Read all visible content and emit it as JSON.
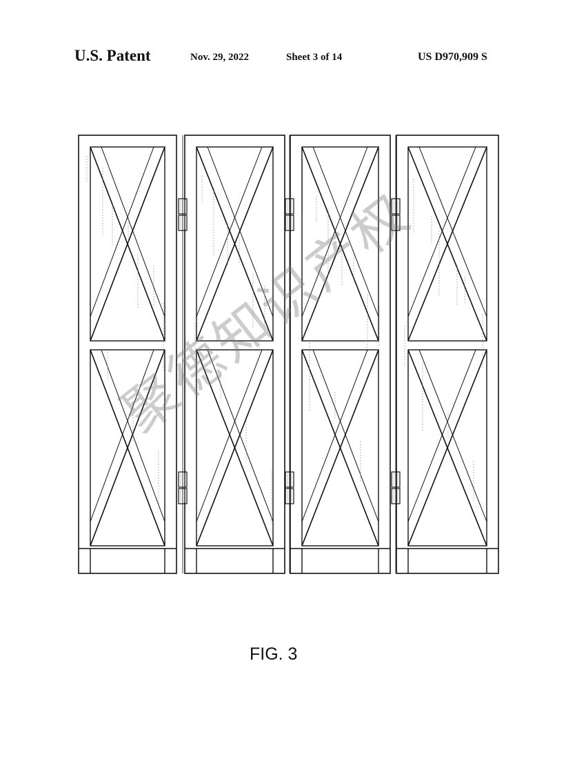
{
  "header": {
    "title": "U.S. Patent",
    "date": "Nov. 29, 2022",
    "sheet": "Sheet 3 of 14",
    "patent_number": "US D970,909 S"
  },
  "figure": {
    "label": "FIG. 3",
    "panel_count": 4
  },
  "watermark": {
    "text": "聚德知识产权"
  },
  "colors": {
    "line": "#111111",
    "shade": "#888888",
    "watermark": "#9a9a9a"
  }
}
